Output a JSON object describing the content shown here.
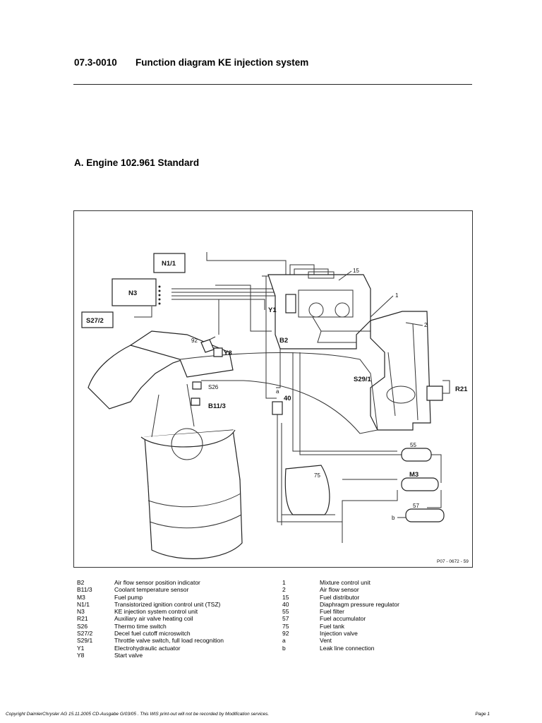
{
  "header": {
    "code": "07.3-0010",
    "title": "Function diagram KE injection system"
  },
  "section": {
    "title": "A.  Engine 102.961 Standard"
  },
  "figure": {
    "labels": {
      "n1_1": "N1/1",
      "n3": "N3",
      "s27_2": "S27/2",
      "y1": "Y1",
      "b2": "B2",
      "l15": "15",
      "l1": "1",
      "l2": "2",
      "l92": "92",
      "y8": "Y8",
      "s26": "S26",
      "b11_3": "B11/3",
      "s29_1": "S29/1",
      "r21": "R21",
      "la": "a",
      "l40": "40",
      "l55": "55",
      "m3": "M3",
      "l75": "75",
      "l57": "57",
      "lb": "b",
      "ref": "P07 - 0672 - 59"
    }
  },
  "legend_left": [
    {
      "key": "B2",
      "desc": "Air flow sensor position indicator"
    },
    {
      "key": "B11/3",
      "desc": "Coolant temperature sensor"
    },
    {
      "key": "M3",
      "desc": "Fuel pump"
    },
    {
      "key": "N1/1",
      "desc": "Transistorized ignition control unit (TSZ)"
    },
    {
      "key": "N3",
      "desc": "KE injection system control unit"
    },
    {
      "key": "R21",
      "desc": "Auxiliary air valve heating coil"
    },
    {
      "key": "S26",
      "desc": "Thermo time switch"
    },
    {
      "key": "S27/2",
      "desc": "Decel fuel cutoff microswitch"
    },
    {
      "key": "S29/1",
      "desc": "Throttle valve switch, full load recognition"
    },
    {
      "key": "Y1",
      "desc": "Electrohydraulic actuator"
    },
    {
      "key": "Y8",
      "desc": "Start valve"
    }
  ],
  "legend_right": [
    {
      "key": "1",
      "desc": "Mixture control unit"
    },
    {
      "key": "2",
      "desc": "Air flow sensor"
    },
    {
      "key": "15",
      "desc": "Fuel distributor"
    },
    {
      "key": "40",
      "desc": "Diaphragm pressure regulator"
    },
    {
      "key": "55",
      "desc": "Fuel filter"
    },
    {
      "key": "57",
      "desc": "Fuel accumulator"
    },
    {
      "key": "75",
      "desc": "Fuel tank"
    },
    {
      "key": "92",
      "desc": "Injection valve"
    },
    {
      "key": "a",
      "desc": "Vent"
    },
    {
      "key": "b",
      "desc": "Leak line connection"
    }
  ],
  "footer": {
    "copyright": "Copyright DaimlerChrysler AG  15.11.2005 CD-Ausgabe G/03/05 . This WIS print-out will not be recorded by Modification services.",
    "page": "Page 1"
  }
}
